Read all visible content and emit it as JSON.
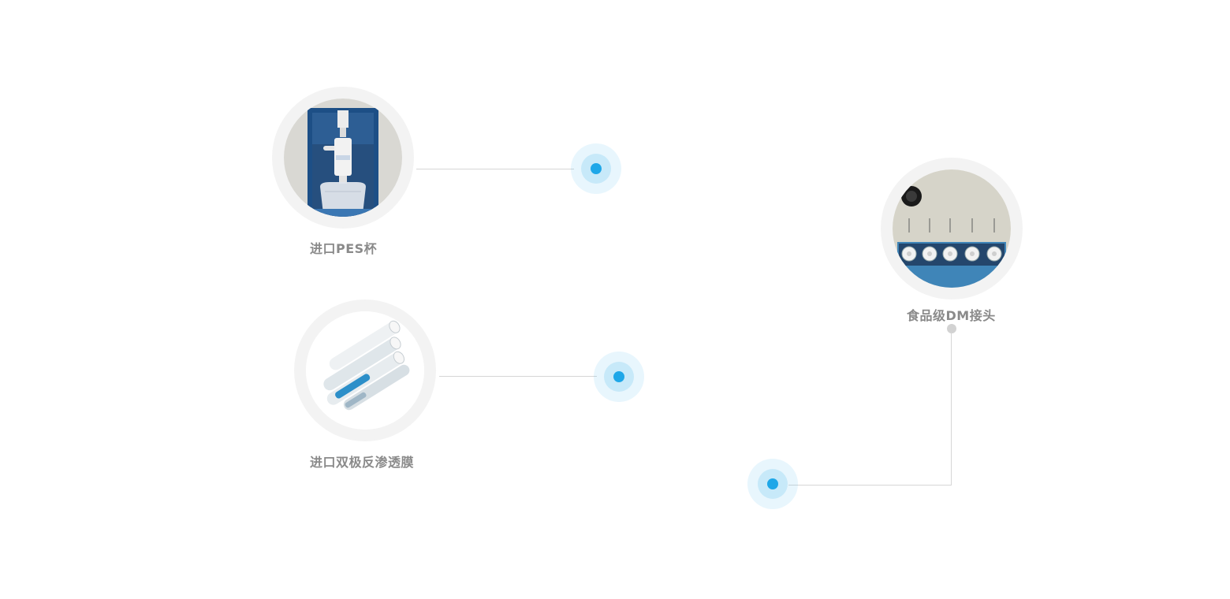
{
  "features": [
    {
      "id": "pes-cup",
      "caption": "进口PES杯"
    },
    {
      "id": "ro-membrane",
      "caption": "进口双极反渗透膜"
    },
    {
      "id": "dm-connector",
      "caption": "食品级DM接头"
    }
  ],
  "colors": {
    "accent": "#1ea7e8",
    "caption": "#8a8a8a",
    "line": "#d6d6d6",
    "badge_ring": "#f3f3f3"
  },
  "icons": [
    "pes-cup-photo-icon",
    "ro-membrane-photo-icon",
    "dm-connector-photo-icon",
    "hotspot-dot-icon"
  ]
}
